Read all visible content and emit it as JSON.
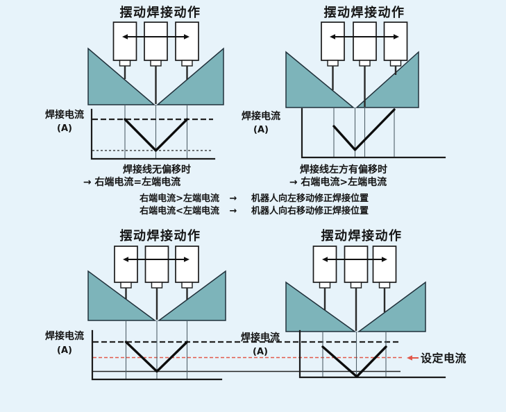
{
  "colors": {
    "background": "#e7f3fa",
    "groove_fill": "#7db4ba",
    "outline": "#1a1a1a",
    "set_current_red": "#e2584a"
  },
  "panels": {
    "top_left": {
      "title": "摆动焊接动作",
      "y_label": "焊接电流",
      "y_unit": "(A)",
      "caption_line1": "焊接线无偏移时",
      "caption_line2": "→ 右端电流=左端电流"
    },
    "top_right": {
      "title": "摆动焊接动作",
      "y_label": "焊接电流",
      "y_unit": "(A)",
      "caption_line1": "焊接线左方有偏移时",
      "caption_line2": "→ 右端电流>左端电流"
    },
    "bottom_left": {
      "title": "摆动焊接动作",
      "y_label": "焊接电流",
      "y_unit": "(A)"
    },
    "bottom_right": {
      "title": "摆动焊接动作",
      "y_label": "焊接电流",
      "y_unit": "(A)"
    }
  },
  "rules": [
    {
      "condition": "右端电流>左端电流",
      "arrow": "→",
      "action": "机器人向左移动修正焊接位置"
    },
    {
      "condition": "右端电流<左端电流",
      "arrow": "→",
      "action": "机器人向右移动修正焊接位置"
    }
  ],
  "set_current": {
    "label": "设定电流"
  }
}
